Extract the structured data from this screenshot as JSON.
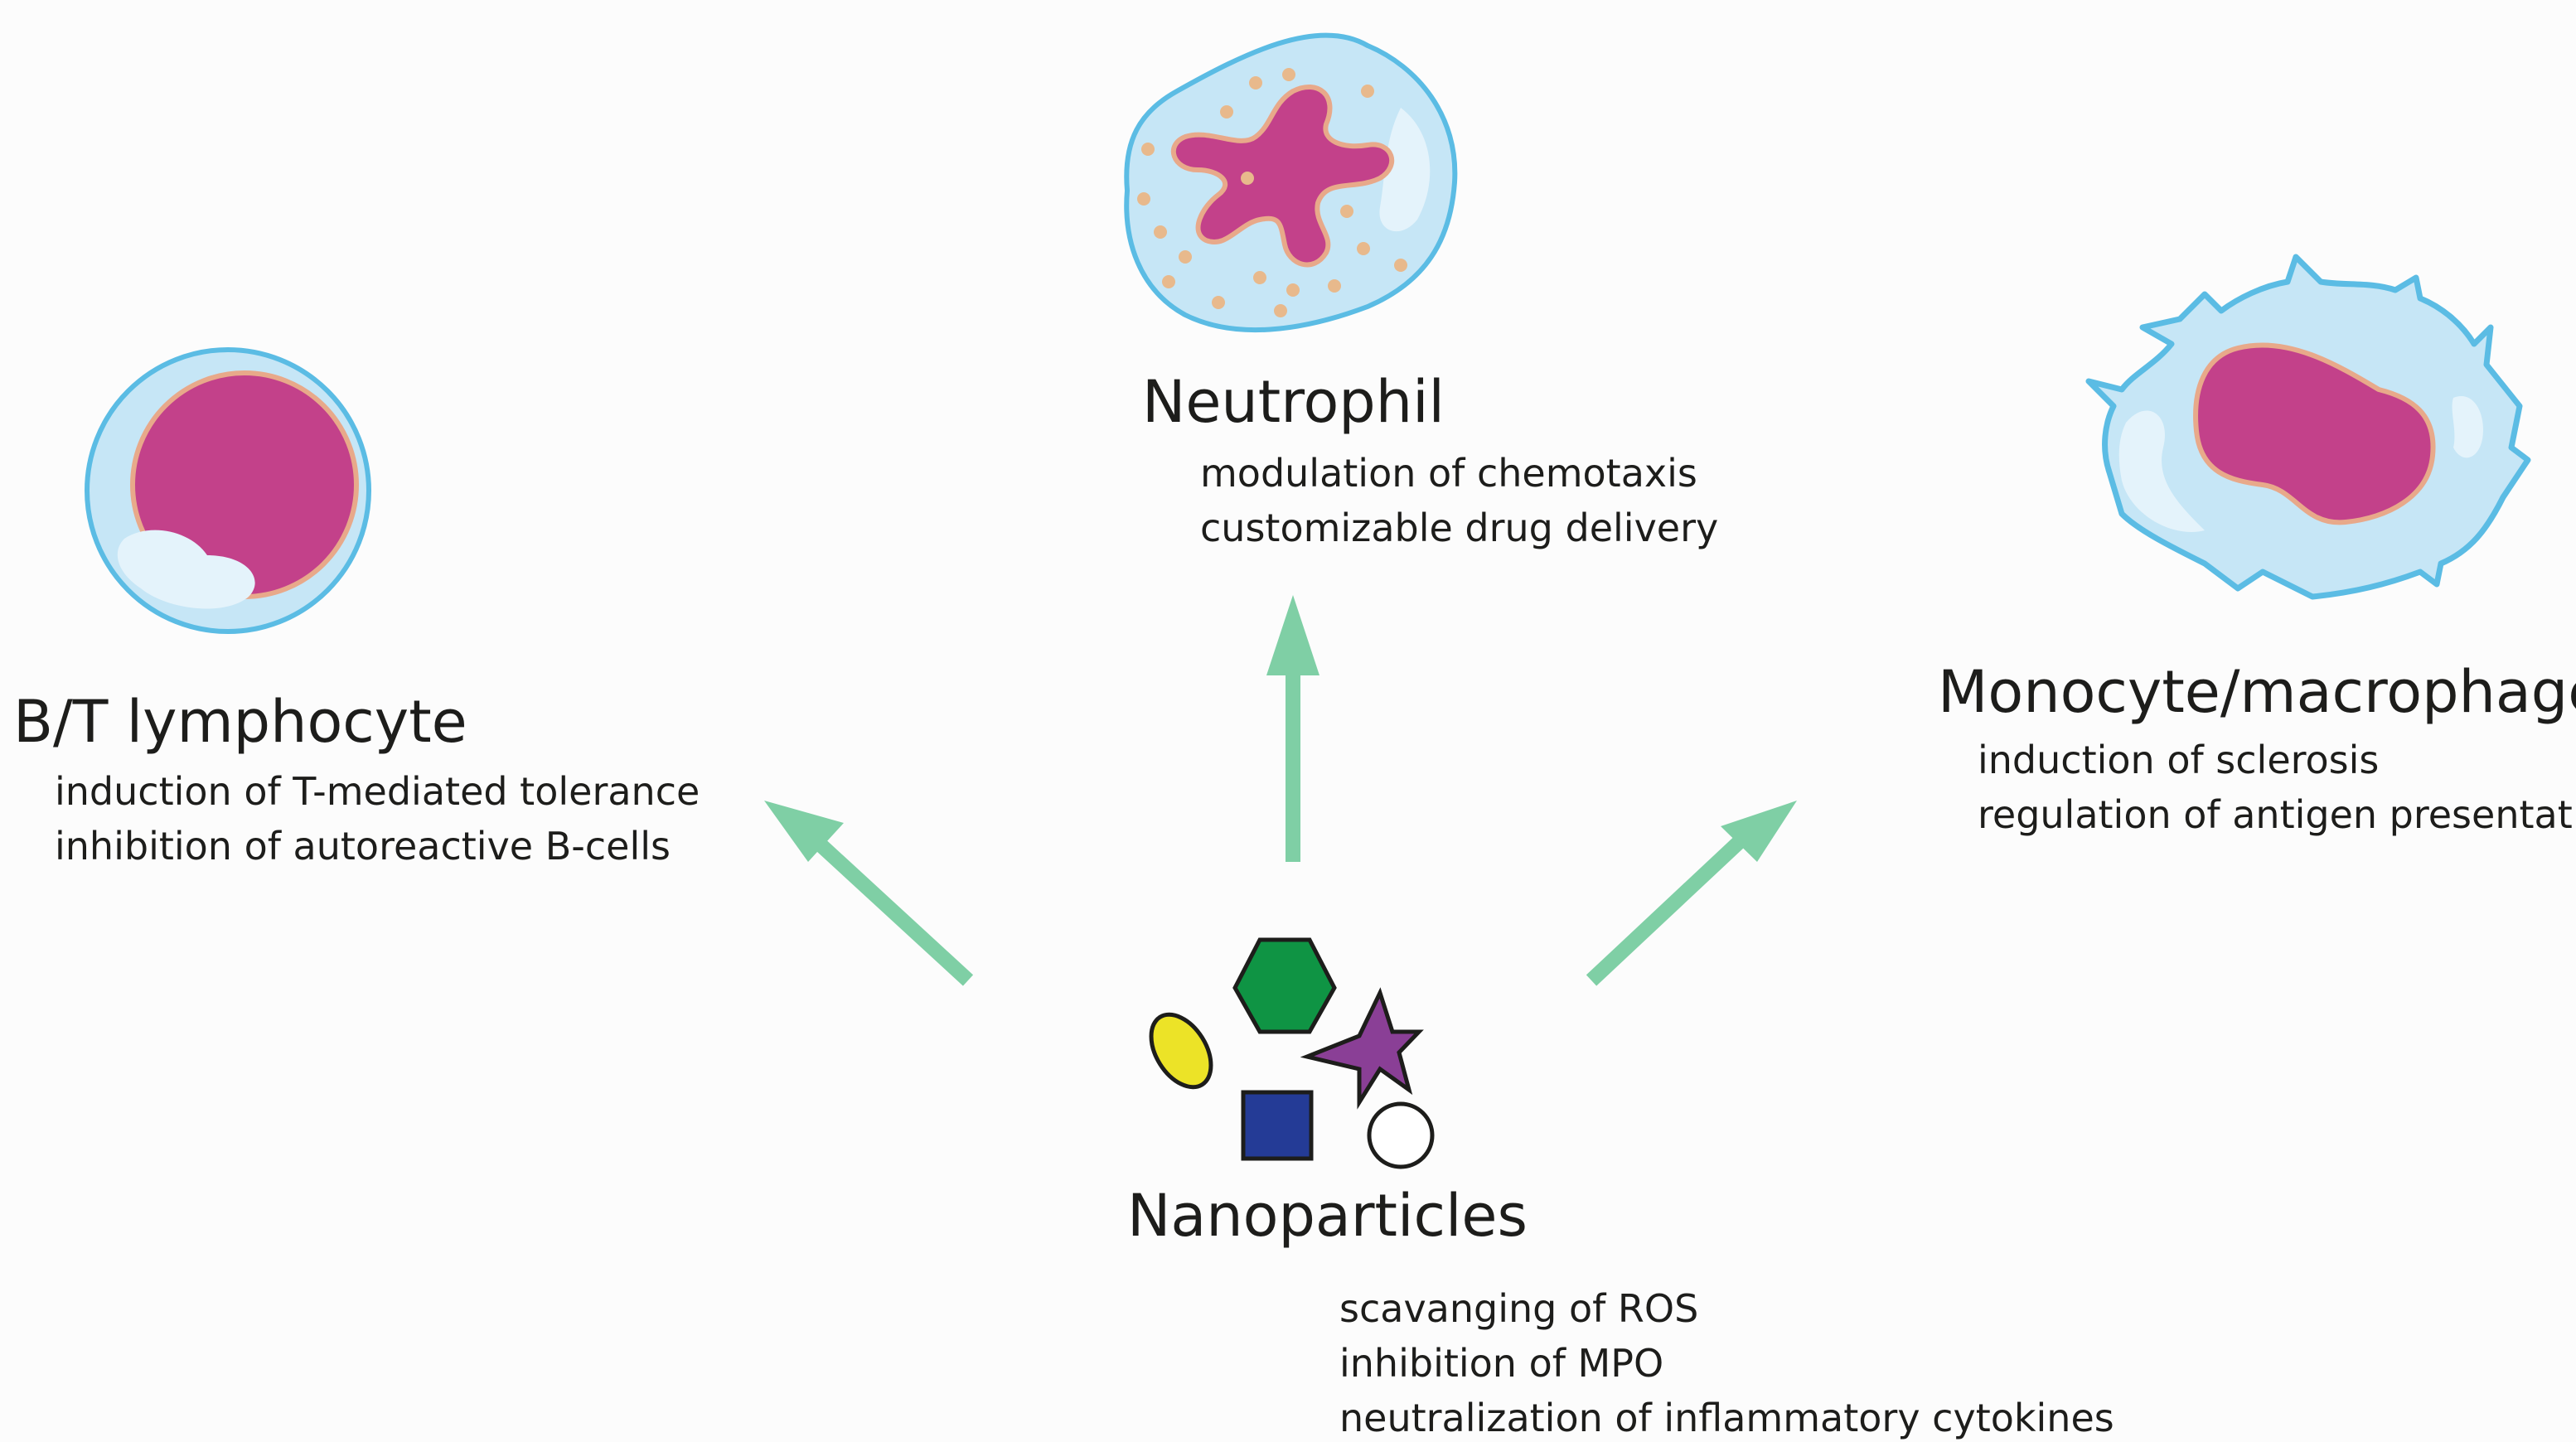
{
  "cells": {
    "neutrophil": {
      "title": "Neutrophil",
      "effects": [
        "modulation of chemotaxis",
        "customizable drug delivery"
      ]
    },
    "lymphocyte": {
      "title": "B/T lymphocyte",
      "effects": [
        "induction of T-mediated tolerance",
        "inhibition of autoreactive B-cells"
      ]
    },
    "macrophage": {
      "title": "Monocyte/macrophage",
      "effects": [
        "induction of sclerosis",
        "regulation of antigen presentation"
      ]
    }
  },
  "nanoparticles": {
    "title": "Nanoparticles",
    "effects": [
      "scavanging of ROS",
      "inhibition of MPO",
      "neutralization of inflammatory cytokines"
    ]
  },
  "colors": {
    "arrow": "#7fcfa5",
    "cytoplasm": "#c6e6f6",
    "membrane": "#5bbce4",
    "nucleus": "#c3418a",
    "nucleus_rim": "#e8a98a",
    "granule": "#e8b98c",
    "np_hexagon": "#0f9444",
    "np_star": "#8a3f96",
    "np_ellipse": "#ece327",
    "np_square": "#243b96",
    "np_circle": "#ffffff"
  }
}
